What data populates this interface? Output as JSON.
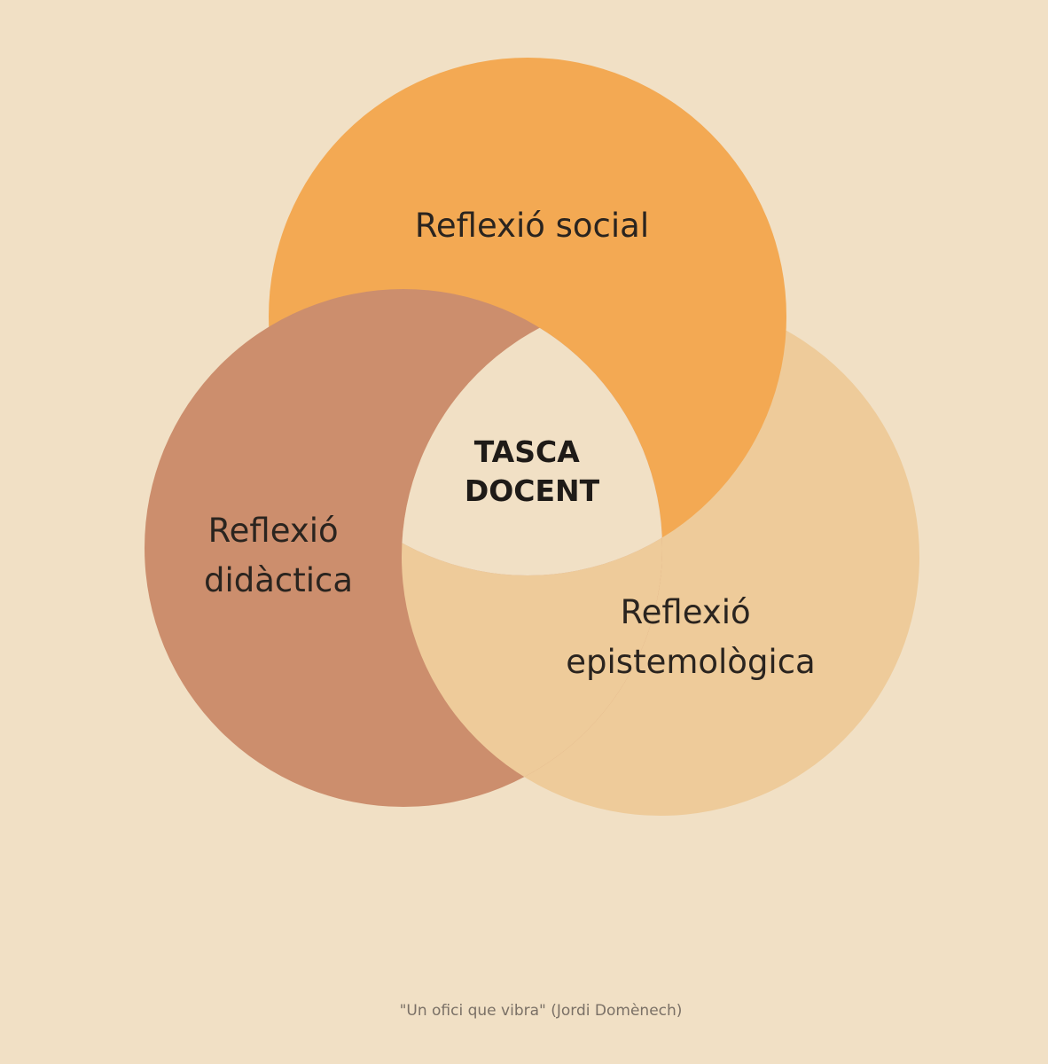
{
  "diagram": {
    "circles": [
      {
        "id": "social",
        "label_lines": [
          "Reflexió social"
        ],
        "color": "#f3a953"
      },
      {
        "id": "didactica",
        "label_lines": [
          "Reflexió",
          "didàctica"
        ],
        "color": "#cc8e6d"
      },
      {
        "id": "epistemologica",
        "label_lines": [
          "Reflexió",
          "epistemològica"
        ],
        "color": "#eecb9a"
      }
    ],
    "center": {
      "label_lines": [
        "TASCA",
        "DOCENT"
      ],
      "color": "#f1e0c5"
    }
  },
  "caption": "\"Un ofici que vibra\" (Jordi Domènech)",
  "colors": {
    "background": "#f1e0c5"
  }
}
